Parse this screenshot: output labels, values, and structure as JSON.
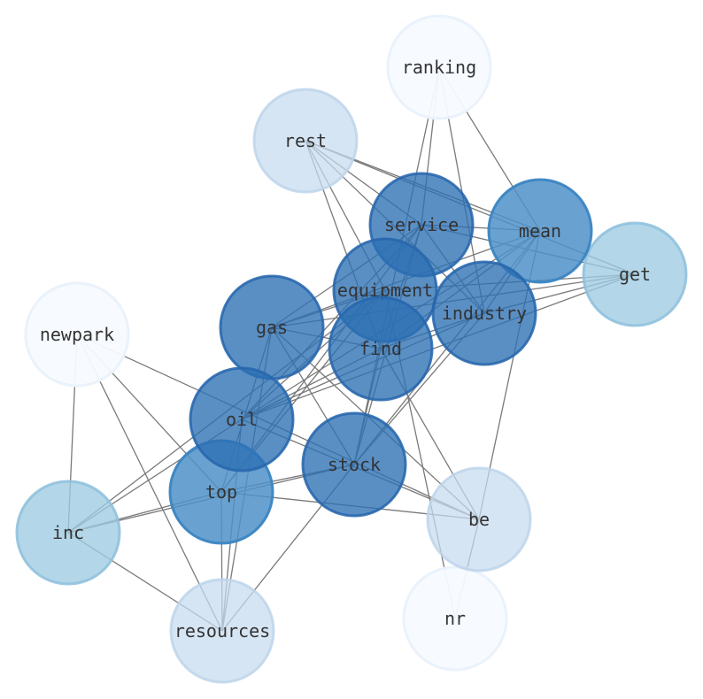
{
  "graph": {
    "nodes": [
      {
        "id": "ranking",
        "label": "ranking",
        "weight": 1
      },
      {
        "id": "rest",
        "label": "rest",
        "weight": 2
      },
      {
        "id": "service",
        "label": "service",
        "weight": 5
      },
      {
        "id": "mean",
        "label": "mean",
        "weight": 4
      },
      {
        "id": "get",
        "label": "get",
        "weight": 3
      },
      {
        "id": "newpark",
        "label": "newpark",
        "weight": 1
      },
      {
        "id": "equipment",
        "label": "equipment",
        "weight": 5
      },
      {
        "id": "industry",
        "label": "industry",
        "weight": 5
      },
      {
        "id": "gas",
        "label": "gas",
        "weight": 5
      },
      {
        "id": "find",
        "label": "find",
        "weight": 5
      },
      {
        "id": "oil",
        "label": "oil",
        "weight": 5
      },
      {
        "id": "stock",
        "label": "stock",
        "weight": 5
      },
      {
        "id": "top",
        "label": "top",
        "weight": 4
      },
      {
        "id": "be",
        "label": "be",
        "weight": 2
      },
      {
        "id": "inc",
        "label": "inc",
        "weight": 3
      },
      {
        "id": "nr",
        "label": "nr",
        "weight": 1
      },
      {
        "id": "resources",
        "label": "resources",
        "weight": 2
      }
    ],
    "edges": [
      [
        "ranking",
        "service"
      ],
      [
        "ranking",
        "mean"
      ],
      [
        "ranking",
        "industry"
      ],
      [
        "ranking",
        "stock"
      ],
      [
        "rest",
        "service"
      ],
      [
        "rest",
        "mean"
      ],
      [
        "rest",
        "get"
      ],
      [
        "rest",
        "industry"
      ],
      [
        "rest",
        "find"
      ],
      [
        "rest",
        "equipment"
      ],
      [
        "service",
        "mean"
      ],
      [
        "service",
        "get"
      ],
      [
        "service",
        "gas"
      ],
      [
        "service",
        "oil"
      ],
      [
        "service",
        "top"
      ],
      [
        "service",
        "stock"
      ],
      [
        "service",
        "find"
      ],
      [
        "service",
        "industry"
      ],
      [
        "mean",
        "gas"
      ],
      [
        "mean",
        "oil"
      ],
      [
        "mean",
        "find"
      ],
      [
        "mean",
        "stock"
      ],
      [
        "mean",
        "industry"
      ],
      [
        "mean",
        "be"
      ],
      [
        "get",
        "gas"
      ],
      [
        "get",
        "equipment"
      ],
      [
        "get",
        "oil"
      ],
      [
        "get",
        "industry"
      ],
      [
        "newpark",
        "inc"
      ],
      [
        "newpark",
        "top"
      ],
      [
        "newpark",
        "resources"
      ],
      [
        "newpark",
        "be"
      ],
      [
        "equipment",
        "gas"
      ],
      [
        "equipment",
        "inc"
      ],
      [
        "equipment",
        "oil"
      ],
      [
        "equipment",
        "top"
      ],
      [
        "equipment",
        "nr"
      ],
      [
        "industry",
        "oil"
      ],
      [
        "industry",
        "stock"
      ],
      [
        "industry",
        "find"
      ],
      [
        "gas",
        "find"
      ],
      [
        "gas",
        "top"
      ],
      [
        "gas",
        "stock"
      ],
      [
        "gas",
        "be"
      ],
      [
        "gas",
        "resources"
      ],
      [
        "find",
        "stock"
      ],
      [
        "find",
        "oil"
      ],
      [
        "find",
        "be"
      ],
      [
        "oil",
        "inc"
      ],
      [
        "oil",
        "be"
      ],
      [
        "oil",
        "resources"
      ],
      [
        "stock",
        "top"
      ],
      [
        "stock",
        "inc"
      ],
      [
        "stock",
        "resources"
      ],
      [
        "top",
        "inc"
      ],
      [
        "top",
        "be"
      ],
      [
        "top",
        "resources"
      ],
      [
        "inc",
        "resources"
      ],
      [
        "be",
        "nr"
      ]
    ],
    "colors": {
      "1": "#f7fbff",
      "2": "#c6dbef",
      "3": "#9ecae1",
      "4": "#4f91c8",
      "5": "#2c6fb4"
    },
    "strokes": {
      "1": "#eaf2fb",
      "2": "#bcd3ea",
      "3": "#8ec0dd",
      "4": "#3a85c2",
      "5": "#2767ad"
    },
    "opacity": {
      "1": 0.95,
      "2": 0.72,
      "3": 0.78,
      "4": 0.85,
      "5": 0.78
    }
  }
}
